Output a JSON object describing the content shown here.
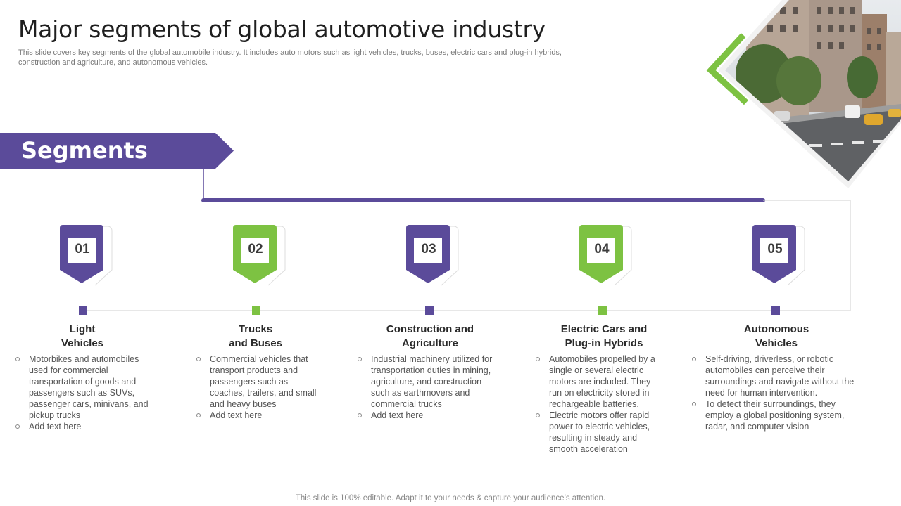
{
  "header": {
    "title": "Major segments of global automotive industry",
    "subtitle": "This slide covers key segments of the global automobile industry. It includes auto motors such as light vehicles, trucks, buses, electric cars and plug-in hybrids, construction and agriculture, and autonomous vehicles."
  },
  "banner": {
    "label": "Segments"
  },
  "colors": {
    "purple": "#5b4b9a",
    "green": "#7dc242",
    "line": "#cfcfcf"
  },
  "segments": [
    {
      "number": "01",
      "color": "purple",
      "title_line1": "Light",
      "title_line2": "Vehicles",
      "bullets": [
        "Motorbikes and automobiles used for commercial transportation of goods and passengers such as SUVs, passenger cars, minivans, and pickup trucks",
        "Add text here"
      ]
    },
    {
      "number": "02",
      "color": "green",
      "title_line1": "Trucks",
      "title_line2": "and Buses",
      "bullets": [
        "Commercial vehicles that transport products and passengers such as coaches, trailers, and small and heavy buses",
        "Add text here"
      ]
    },
    {
      "number": "03",
      "color": "purple",
      "title_line1": "Construction and",
      "title_line2": "Agriculture",
      "bullets": [
        "Industrial machinery utilized for transportation duties in mining, agriculture, and construction such as earthmovers and commercial trucks",
        "Add text here"
      ]
    },
    {
      "number": "04",
      "color": "green",
      "title_line1": "Electric Cars and",
      "title_line2": "Plug-in Hybrids",
      "bullets": [
        "Automobiles propelled by a single or several electric motors are included. They run on electricity stored in rechargeable batteries.",
        "Electric motors offer rapid power to electric vehicles, resulting in steady and smooth acceleration"
      ]
    },
    {
      "number": "05",
      "color": "purple",
      "title_line1": "Autonomous",
      "title_line2": "Vehicles",
      "bullets": [
        "Self-driving, driverless, or robotic automobiles can perceive their surroundings and navigate without the need for human intervention.",
        "To detect their surroundings, they employ a global positioning system, radar, and computer vision"
      ]
    }
  ],
  "footer": {
    "text": "This slide is 100% editable. Adapt it to your needs & capture your audience’s attention."
  }
}
